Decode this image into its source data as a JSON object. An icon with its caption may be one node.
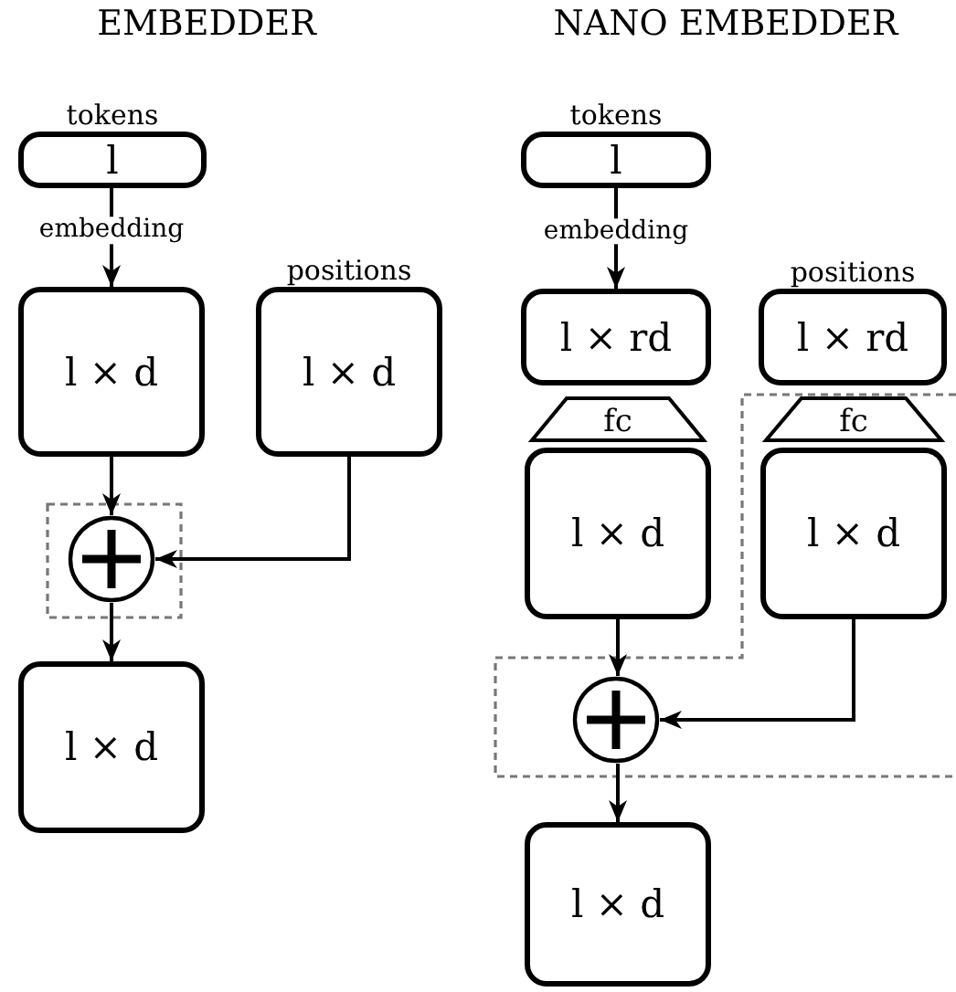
{
  "diagram": {
    "nodes": [
      {
        "text": [
          "l"
        ],
        "beside": [
          "tokens"
        ]
      },
      {
        "text": [
          "l × d"
        ]
      },
      {
        "text": [
          "l × d"
        ],
        "beside": [
          "positions"
        ]
      },
      {
        "text": [],
        "shape": "circle"
      },
      {
        "text": [
          "l × d"
        ]
      },
      {
        "text": [
          "l"
        ],
        "beside": [
          "tokens"
        ]
      },
      {
        "text": [
          "l × rd"
        ]
      },
      {
        "text": [
          "fc"
        ]
      },
      {
        "text": [
          "l × d"
        ]
      },
      {
        "text": [
          "l × rd"
        ],
        "beside": [
          "positions"
        ]
      },
      {
        "text": [
          "fc"
        ]
      },
      {
        "text": [
          "l × d"
        ]
      },
      {
        "text": [],
        "shape": "circle"
      },
      {
        "text": [
          "l × d"
        ]
      }
    ],
    "edges": [
      {
        "from": 0,
        "to": 1,
        "arrow": "to",
        "label": "embedding"
      },
      {
        "from": 1,
        "to": 3,
        "arrow": "to"
      },
      {
        "from": 2,
        "to": 3,
        "arrow": "to"
      },
      {
        "from": 3,
        "to": 4,
        "arrow": "to"
      },
      {
        "from": 5,
        "to": 6,
        "arrow": "to",
        "label": "embedding"
      },
      {
        "from": 8,
        "to": 12,
        "arrow": "to"
      },
      {
        "from": 11,
        "to": 12,
        "arrow": "to"
      },
      {
        "from": 12,
        "to": 13,
        "arrow": "to"
      }
    ],
    "labels": [
      "EMBEDDER",
      "NANO EMBEDDER"
    ]
  }
}
